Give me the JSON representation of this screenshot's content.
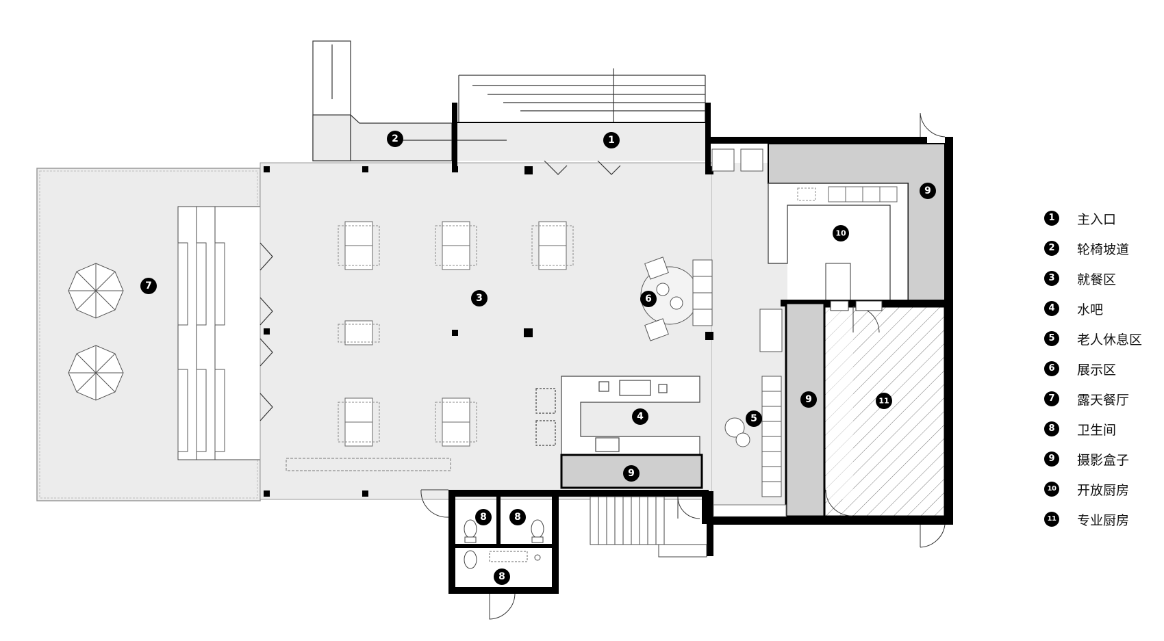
{
  "legend": [
    {
      "num": "1",
      "label": "主入口"
    },
    {
      "num": "2",
      "label": "轮椅坡道"
    },
    {
      "num": "3",
      "label": "就餐区"
    },
    {
      "num": "4",
      "label": "水吧"
    },
    {
      "num": "5",
      "label": "老人休息区"
    },
    {
      "num": "6",
      "label": "展示区"
    },
    {
      "num": "7",
      "label": "露天餐厅"
    },
    {
      "num": "8",
      "label": "卫生间"
    },
    {
      "num": "9",
      "label": "摄影盒子"
    },
    {
      "num": "10",
      "label": "开放厨房"
    },
    {
      "num": "11",
      "label": "专业厨房"
    }
  ],
  "markers": {
    "m1": "1",
    "m2": "2",
    "m3": "3",
    "m4": "4",
    "m5": "5",
    "m6": "6",
    "m7": "7",
    "m8a": "8",
    "m8b": "8",
    "m8c": "8",
    "m9a": "9",
    "m9b": "9",
    "m9c": "9",
    "m10": "10",
    "m11": "11"
  },
  "colors": {
    "floor": "#ececec",
    "wall": "#000000",
    "box_fill": "#cfcfcf",
    "line": "#555555"
  }
}
